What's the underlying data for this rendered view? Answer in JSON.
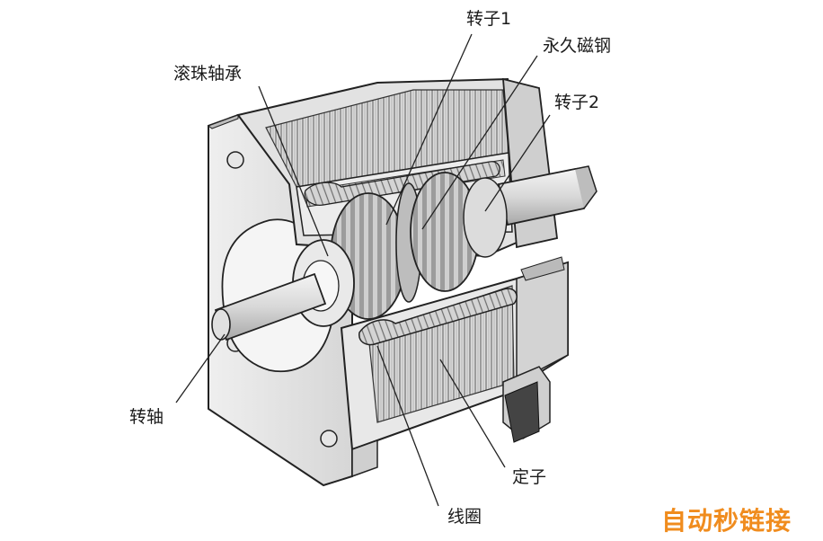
{
  "diagram": {
    "labels": {
      "rotor1": "转子1",
      "permanent_magnet": "永久磁钢",
      "ball_bearing": "滚珠轴承",
      "rotor2": "转子2",
      "shaft": "转轴",
      "stator": "定子",
      "coil": "线圈"
    }
  },
  "watermark": {
    "text": "自动秒链接",
    "color": "#f08c1e"
  }
}
